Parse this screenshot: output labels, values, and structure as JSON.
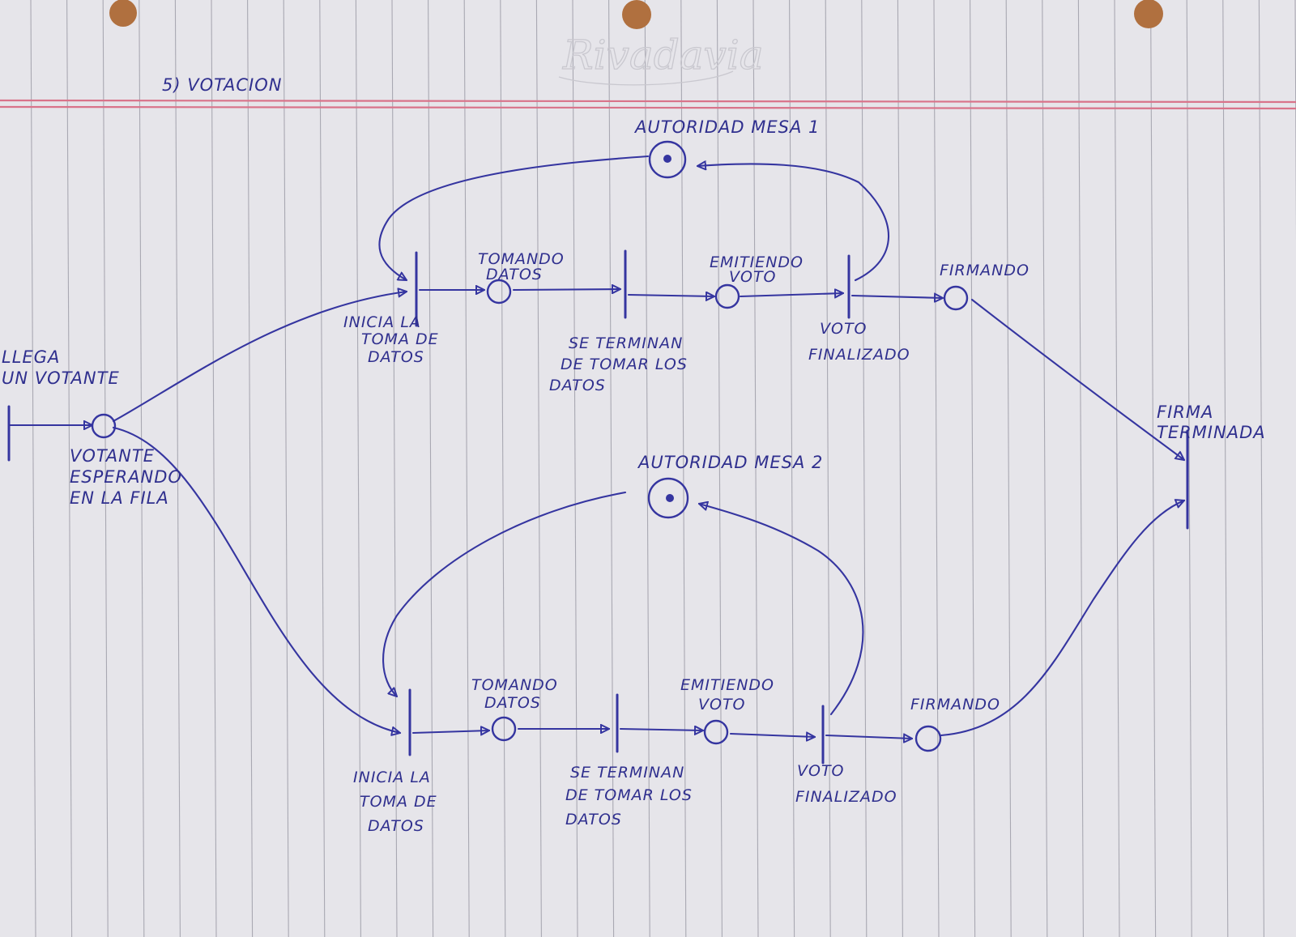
{
  "diagram": {
    "heading": "5) VOTACION",
    "watermark": "Rivadavia",
    "labels": {
      "llega_un_votante": [
        "LLEGA",
        "UN VOTANTE"
      ],
      "votante_esperando": [
        "VOTANTE",
        "ESPERANDO",
        "EN LA FILA"
      ],
      "autoridad_mesa_1": "AUTORIDAD MESA 1",
      "autoridad_mesa_2": "AUTORIDAD MESA 2",
      "firma_terminada": [
        "FIRMA",
        "TERMINADA"
      ],
      "top": {
        "inicia_toma": [
          "INICIA LA",
          "TOMA DE",
          "DATOS"
        ],
        "tomando_datos": [
          "TOMANDO",
          "DATOS"
        ],
        "se_terminan": [
          "SE TERMINAN",
          "DE TOMAR LOS",
          "DATOS"
        ],
        "emitiendo_voto": [
          "EMITIENDO",
          "VOTO"
        ],
        "voto_finalizado": [
          "VOTO",
          "FINALIZADO"
        ],
        "firmando": "FIRMANDO"
      },
      "bottom": {
        "inicia_toma": [
          "INICIA LA",
          "TOMA DE",
          "DATOS"
        ],
        "tomando_datos": [
          "TOMANDO",
          "DATOS"
        ],
        "se_terminan": [
          "SE TERMINAN",
          "DE TOMAR LOS",
          "DATOS"
        ],
        "emitiendo_voto": [
          "EMITIENDO",
          "VOTO"
        ],
        "voto_finalizado": [
          "VOTO",
          "FINALIZADO"
        ],
        "firmando": "FIRMANDO"
      }
    }
  },
  "colors": {
    "paper": "#e6e5ea",
    "rule": "#a9a8b2",
    "margin": "#d9738a",
    "ink": "#3535a0",
    "hole": "#b0703f"
  }
}
